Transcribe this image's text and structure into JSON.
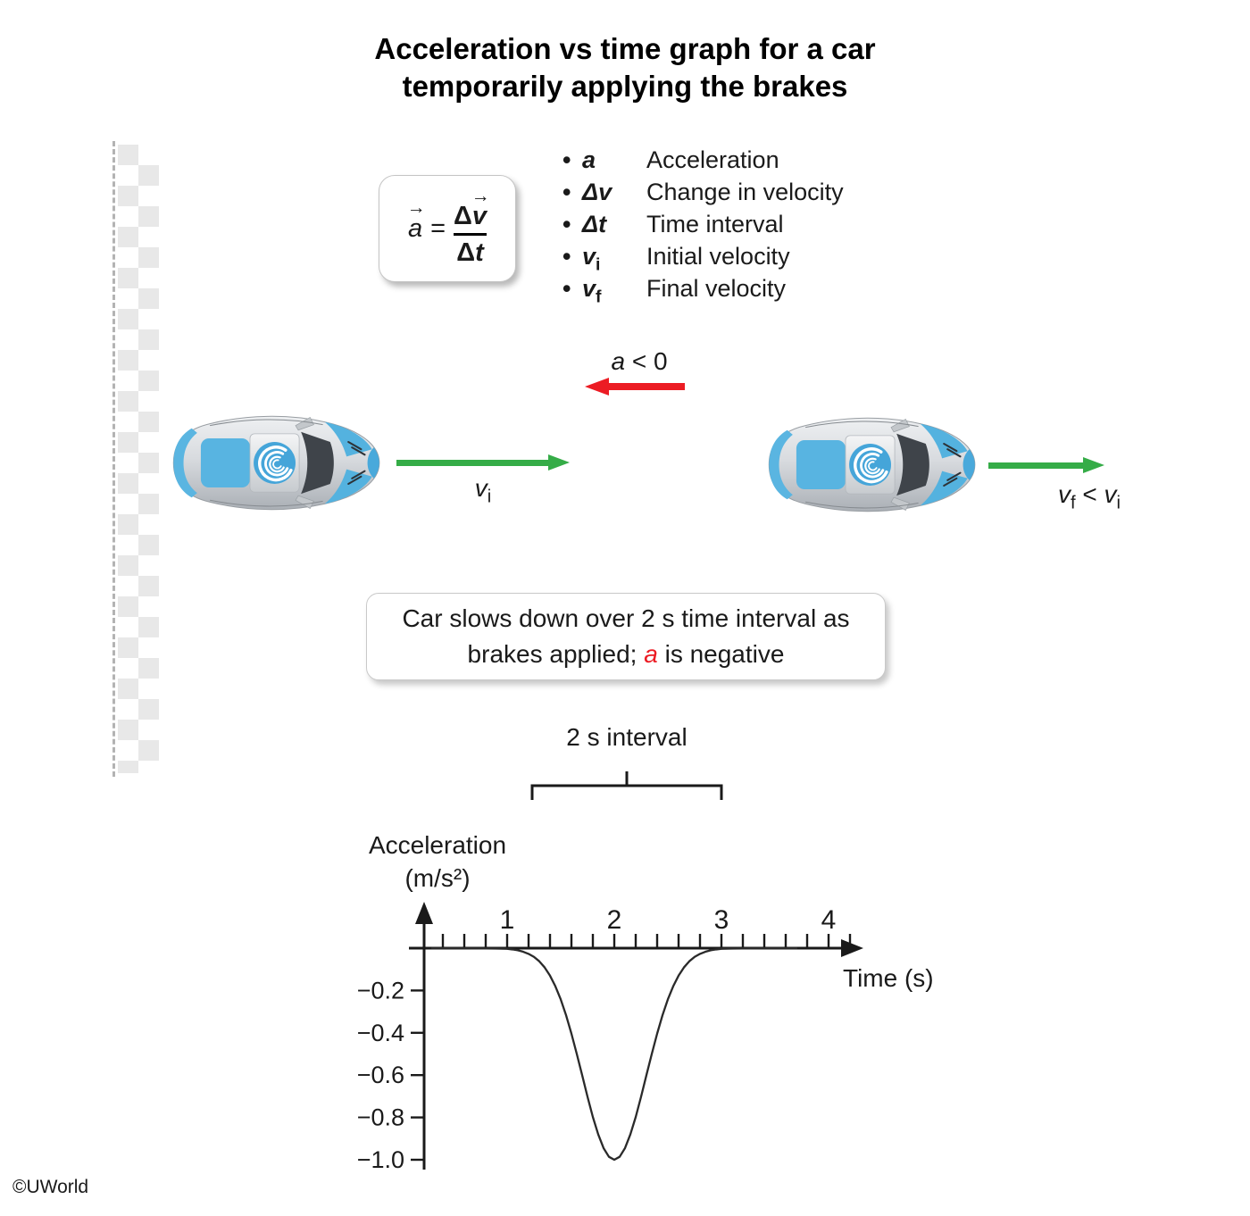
{
  "title": {
    "line1": "Acceleration vs time graph for a car",
    "line2": "temporarily applying the brakes"
  },
  "formula": {
    "lhs": "a",
    "equals": "=",
    "num_delta": "Δ",
    "num_var": "v",
    "den_delta": "Δ",
    "den_var": "t",
    "arrow": "→"
  },
  "legend": {
    "items": [
      {
        "bullet": "•",
        "symbol": "a",
        "sub": "",
        "label": "Acceleration"
      },
      {
        "bullet": "•",
        "symbol": "Δv",
        "sub": "",
        "label": "Change in velocity"
      },
      {
        "bullet": "•",
        "symbol": "Δt",
        "sub": "",
        "label": "Time interval"
      },
      {
        "bullet": "•",
        "symbol": "v",
        "sub": "i",
        "label": "Initial velocity"
      },
      {
        "bullet": "•",
        "symbol": "v",
        "sub": "f",
        "label": "Final velocity"
      }
    ]
  },
  "scene": {
    "accel_label": {
      "var": "a",
      "rest": " < 0"
    },
    "vi_label": {
      "base": "v",
      "sub": "i"
    },
    "vf_label": {
      "base1": "v",
      "sub1": "f",
      "mid": " < ",
      "base2": "v",
      "sub2": "i"
    },
    "arrow_colors": {
      "accel": "#ec1c24",
      "velocity": "#35ac47"
    }
  },
  "caption": {
    "line1": "Car slows down over 2 s time interval as",
    "line2_pre": "brakes applied; ",
    "line2_var": "a",
    "line2_post": " is negative"
  },
  "interval_label": "2 s interval",
  "footer": {
    "copyright": "©UWorld"
  },
  "chart_data": {
    "type": "line",
    "title": "",
    "xlabel": "Time (s)",
    "ylabel": "Acceleration (m/s²)",
    "ylabel_lines": [
      "Acceleration",
      "(m/s²)"
    ],
    "xlim": [
      0,
      4.3
    ],
    "ylim": [
      -1.05,
      0
    ],
    "grid": false,
    "xticks": [
      1,
      2,
      3,
      4
    ],
    "xtick_labels": [
      "1",
      "2",
      "3",
      "4"
    ],
    "minor_xticks": {
      "start": 0.4,
      "end": 4.2,
      "step": 0.2
    },
    "yticks": [
      -0.2,
      -0.4,
      -0.6,
      -0.8,
      -1.0
    ],
    "ytick_labels": [
      "−0.2",
      "−0.4",
      "−0.6",
      "−0.8",
      "−1.0"
    ],
    "annotation": {
      "text": "2 s interval",
      "x_span": [
        1,
        3
      ]
    },
    "series": [
      {
        "name": "acceleration",
        "x": [
          0.3,
          0.5,
          0.7,
          0.9,
          1.0,
          1.05,
          1.1,
          1.15,
          1.2,
          1.25,
          1.3,
          1.35,
          1.4,
          1.45,
          1.5,
          1.55,
          1.6,
          1.65,
          1.7,
          1.75,
          1.8,
          1.85,
          1.9,
          1.95,
          2.0,
          2.05,
          2.1,
          2.15,
          2.2,
          2.25,
          2.3,
          2.35,
          2.4,
          2.45,
          2.5,
          2.55,
          2.6,
          2.65,
          2.7,
          2.75,
          2.8,
          2.85,
          2.9,
          2.95,
          3.0,
          3.1,
          3.3,
          3.5,
          3.7
        ],
        "y": [
          0,
          0,
          -0.001,
          -0.002,
          -0.003,
          -0.006,
          -0.01,
          -0.017,
          -0.027,
          -0.041,
          -0.062,
          -0.091,
          -0.13,
          -0.18,
          -0.242,
          -0.317,
          -0.404,
          -0.5,
          -0.6,
          -0.702,
          -0.798,
          -0.88,
          -0.945,
          -0.986,
          -1.0,
          -0.986,
          -0.945,
          -0.88,
          -0.798,
          -0.702,
          -0.6,
          -0.5,
          -0.404,
          -0.317,
          -0.242,
          -0.18,
          -0.13,
          -0.091,
          -0.062,
          -0.041,
          -0.027,
          -0.017,
          -0.01,
          -0.006,
          -0.003,
          -0.002,
          -0.001,
          0,
          0
        ]
      }
    ]
  }
}
